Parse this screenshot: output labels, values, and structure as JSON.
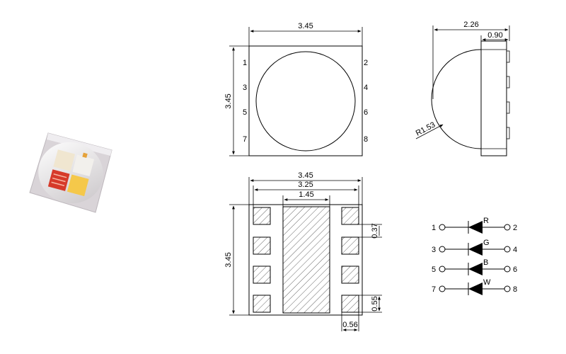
{
  "top_view": {
    "width_label": "3.45",
    "height_label": "3.45",
    "pins_left": [
      "1",
      "3",
      "5",
      "7"
    ],
    "pins_right": [
      "2",
      "4",
      "6",
      "8"
    ]
  },
  "side_view": {
    "total_width_label": "2.26",
    "body_width_label": "0.90",
    "radius_label": "R1.53"
  },
  "bottom_view": {
    "outer_width_label": "3.45",
    "inner_width_label": "3.25",
    "center_pad_width_label": "1.45",
    "height_label": "3.45",
    "pad_pitch_label": "0.37",
    "pad_height_label": "0.55",
    "pad_width_label": "0.56"
  },
  "schematic": {
    "rows": [
      {
        "left_pin": "1",
        "right_pin": "2",
        "color": "R"
      },
      {
        "left_pin": "3",
        "right_pin": "4",
        "color": "G"
      },
      {
        "left_pin": "5",
        "right_pin": "6",
        "color": "B"
      },
      {
        "left_pin": "7",
        "right_pin": "8",
        "color": "W"
      }
    ]
  },
  "photo": {
    "chip_colors": [
      "#f0e6d0",
      "#f2f0ec",
      "#d63a2a",
      "#f5c84a"
    ]
  }
}
